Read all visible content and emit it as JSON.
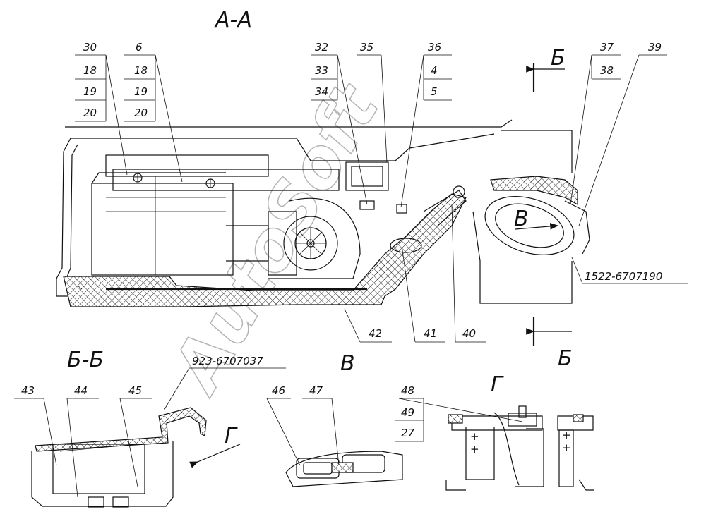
{
  "sections": {
    "aa": "А-А",
    "bb": "Б-Б",
    "v": "В",
    "g": "Г",
    "b_top": "Б",
    "b_bottom": "Б",
    "v_arrow": "В",
    "g_arrow": "Г"
  },
  "callouts": {
    "c30": "30",
    "c18a": "18",
    "c19a": "19",
    "c20a": "20",
    "c6": "6",
    "c18b": "18",
    "c19b": "19",
    "c20b": "20",
    "c32": "32",
    "c33": "33",
    "c34": "34",
    "c35": "35",
    "c36": "36",
    "c4": "4",
    "c5": "5",
    "c37": "37",
    "c38": "38",
    "c39": "39",
    "c42": "42",
    "c41": "41",
    "c40": "40",
    "c43": "43",
    "c44": "44",
    "c45": "45",
    "c46": "46",
    "c47": "47",
    "c48": "48",
    "c49": "49",
    "c27": "27"
  },
  "part_numbers": {
    "p1": "1522-6707190",
    "p2": "923-6707037"
  },
  "watermark": "AutoSoft"
}
